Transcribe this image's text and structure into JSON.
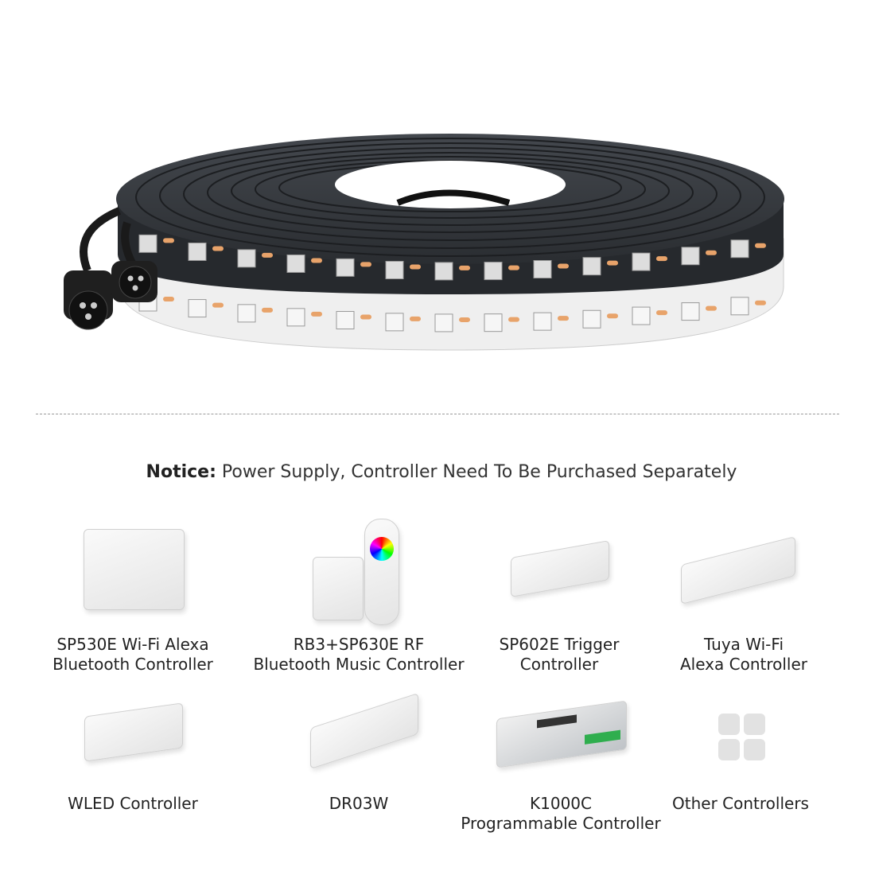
{
  "notice": {
    "prefix": "Notice:",
    "text": " Power Supply, Controller Need To Be Purchased Separately"
  },
  "controllers": [
    {
      "line1": "SP530E Wi-Fi Alexa",
      "line2": "Bluetooth Controller"
    },
    {
      "line1": "RB3+SP630E RF",
      "line2": "Bluetooth Music Controller"
    },
    {
      "line1": "SP602E Trigger",
      "line2": "Controller"
    },
    {
      "line1": "Tuya Wi-Fi",
      "line2": "Alexa Controller"
    },
    {
      "line1": "WLED Controller",
      "line2": ""
    },
    {
      "line1": "DR03W",
      "line2": ""
    },
    {
      "line1": "K1000C",
      "line2": "Programmable Controller"
    },
    {
      "line1": "Other Controllers",
      "line2": ""
    }
  ],
  "colors": {
    "strip_dark": "#2b2e33",
    "strip_white": "#eeeeee",
    "led_pad": "#e8a36a",
    "other_icon": "#e2e2e2"
  }
}
